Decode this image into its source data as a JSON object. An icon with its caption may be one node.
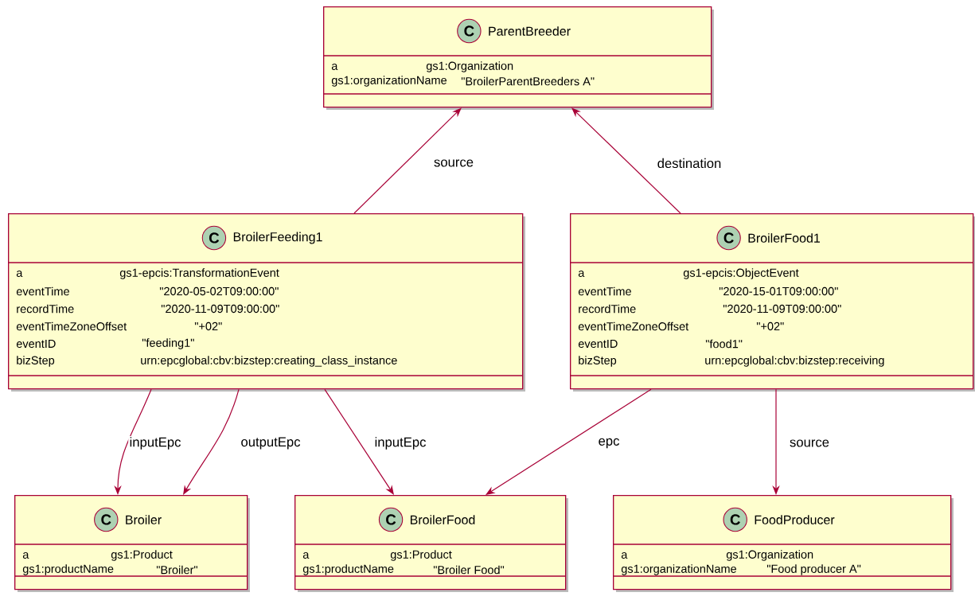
{
  "diagram": {
    "nodes": [
      {
        "text": [
          "C",
          "ParentBreeder",
          "a",
          "gs1:Organization",
          "gs1:organizationName",
          "\"BroilerParentBreeders A\""
        ]
      },
      {
        "text": [
          "C",
          "BroilerFeeding1",
          "a",
          "gs1-epcis:TransformationEvent",
          "eventTime",
          "\"2020-05-02T09:00:00\"",
          "recordTime",
          "\"2020-11-09T09:00:00\"",
          "eventTimeZoneOffset",
          "\"+02\"",
          "eventID",
          "\"feeding1\"",
          "bizStep",
          "urn:epcglobal:cbv:bizstep:creating_class_instance"
        ]
      },
      {
        "text": [
          "C",
          "BroilerFood1",
          "a",
          "gs1-epcis:ObjectEvent",
          "eventTime",
          "\"2020-15-01T09:00:00\"",
          "recordTime",
          "\"2020-11-09T09:00:00\"",
          "eventTimeZoneOffset",
          "\"+02\"",
          "eventID",
          "\"food1\"",
          "bizStep",
          "urn:epcglobal:cbv:bizstep:receiving"
        ]
      },
      {
        "text": [
          "C",
          "Broiler",
          "a",
          "gs1:Product",
          "gs1:productName",
          "\"Broiler\""
        ]
      },
      {
        "text": [
          "C",
          "BroilerFood",
          "a",
          "gs1:Product",
          "gs1:productName",
          "\"Broiler Food\""
        ]
      },
      {
        "text": [
          "C",
          "FoodProducer",
          "a",
          "gs1:Organization",
          "gs1:organizationName",
          "\"Food producer A\""
        ]
      }
    ],
    "edges": [
      {
        "from": 1,
        "to": 0,
        "arrow": "to",
        "label": "source"
      },
      {
        "from": 2,
        "to": 0,
        "arrow": "to",
        "label": "destination"
      },
      {
        "from": 1,
        "to": 3,
        "arrow": "to",
        "label": "inputEpc"
      },
      {
        "from": 1,
        "to": 3,
        "arrow": "to",
        "label": "outputEpc"
      },
      {
        "from": 1,
        "to": 4,
        "arrow": "to",
        "label": "inputEpc"
      },
      {
        "from": 2,
        "to": 4,
        "arrow": "to",
        "label": "epc"
      },
      {
        "from": 2,
        "to": 5,
        "arrow": "to",
        "label": "source"
      }
    ]
  }
}
